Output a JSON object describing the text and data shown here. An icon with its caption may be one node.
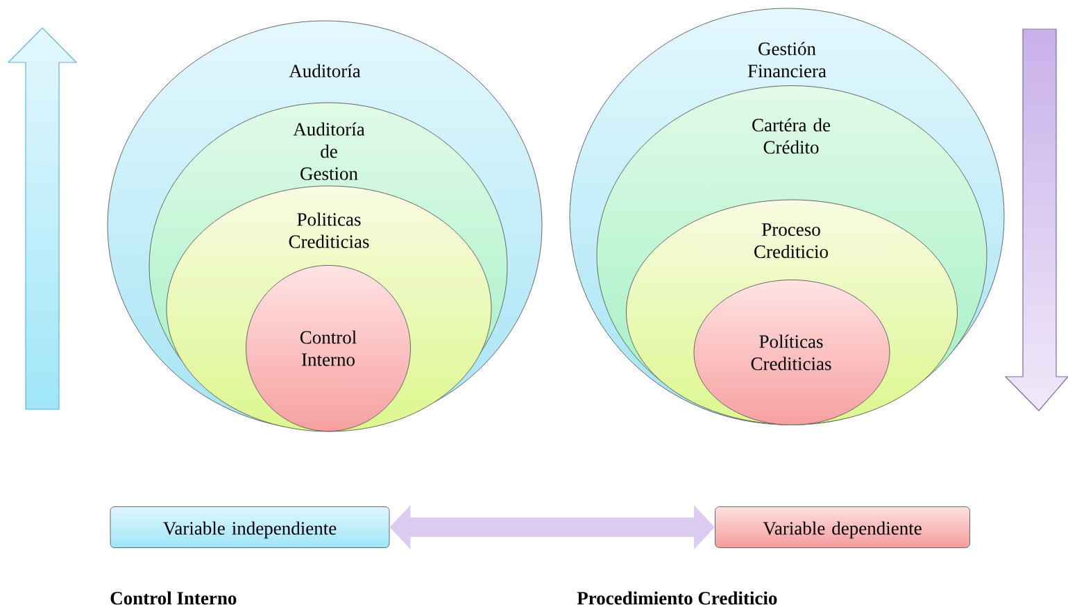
{
  "diagram": {
    "nodes": [
      {
        "text": [
          "Auditoría"
        ]
      },
      {
        "text": [
          "Auditoría de Gestion"
        ],
        "in": 0
      },
      {
        "text": [
          "Politicas Crediticias"
        ],
        "in": 1
      },
      {
        "text": [
          "Control Interno"
        ],
        "in": 2
      },
      {
        "text": [
          "Gestión Financiera"
        ]
      },
      {
        "text": [
          "Cartéra de Crédito"
        ],
        "in": 4
      },
      {
        "text": [
          "Proceso Crediticio"
        ],
        "in": 5
      },
      {
        "text": [
          "Políticas Crediticias"
        ],
        "in": 6
      },
      {
        "text": [
          "Variable independiente"
        ]
      },
      {
        "text": [
          "Variable dependiente"
        ]
      }
    ],
    "edges": [
      {
        "from": 8,
        "to": 9,
        "arrow": "both"
      }
    ],
    "labels": [
      "Control Interno",
      "Procedimiento Crediticio"
    ]
  }
}
